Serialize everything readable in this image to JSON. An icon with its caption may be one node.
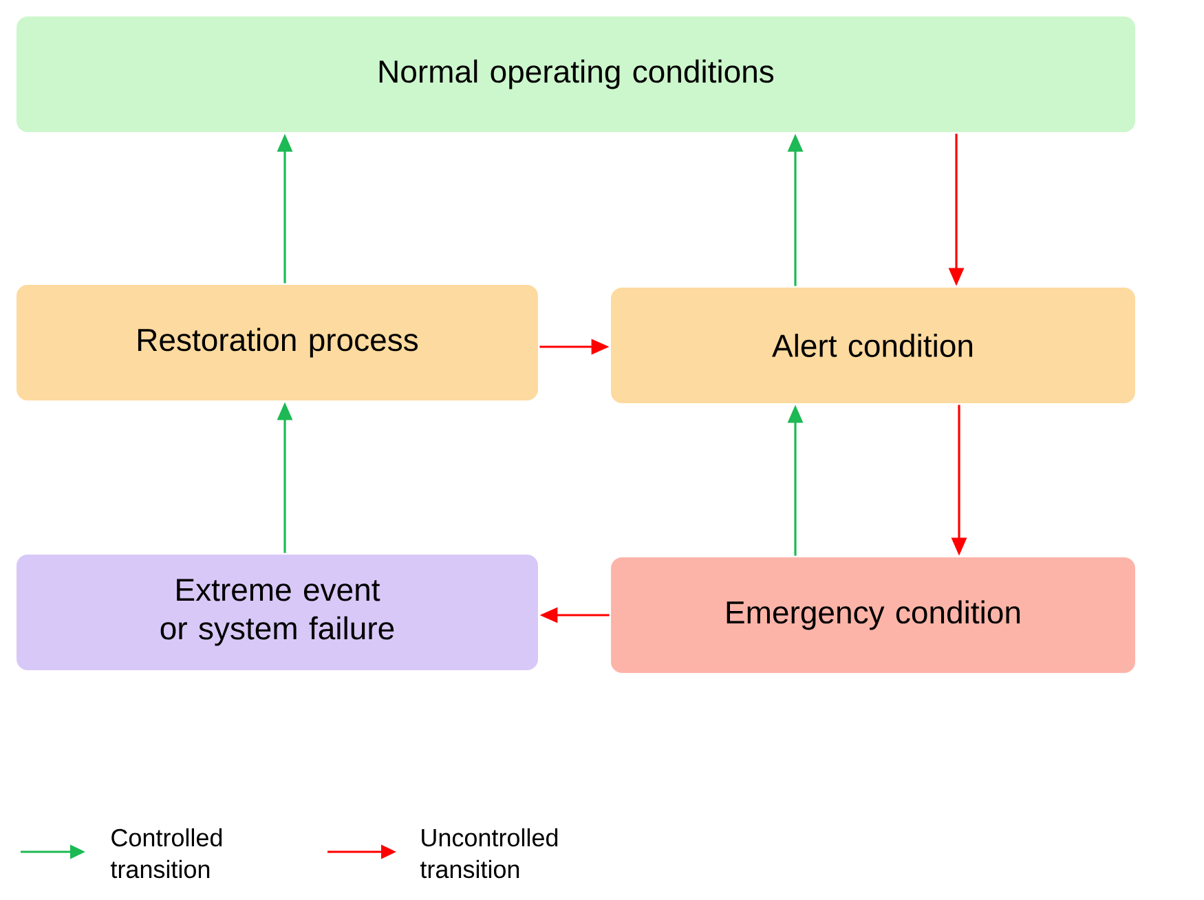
{
  "diagram": {
    "nodes": [
      {
        "text": [
          "Normal operating conditions"
        ]
      },
      {
        "text": [
          "Restoration process"
        ]
      },
      {
        "text": [
          "Alert condition"
        ]
      },
      {
        "text": [
          "Extreme event or system failure"
        ]
      },
      {
        "text": [
          "Emergency condition"
        ]
      }
    ],
    "edges": [
      {
        "from": 1,
        "to": 0,
        "arrow": "to"
      },
      {
        "from": 2,
        "to": 0,
        "arrow": "to"
      },
      {
        "from": 0,
        "to": 2,
        "arrow": "to",
        "color": "#ff0000"
      },
      {
        "from": 1,
        "to": 2,
        "arrow": "to",
        "color": "#ff0000"
      },
      {
        "from": 2,
        "to": 4,
        "arrow": "to",
        "color": "#ff0000"
      },
      {
        "from": 4,
        "to": 2,
        "arrow": "to"
      },
      {
        "from": 3,
        "to": 1,
        "arrow": "to"
      },
      {
        "from": 4,
        "to": 3,
        "arrow": "to",
        "color": "#ff0000"
      }
    ],
    "legend": [
      {
        "text": "Controlled transition"
      },
      {
        "text": "Uncontrolled transition"
      }
    ]
  }
}
